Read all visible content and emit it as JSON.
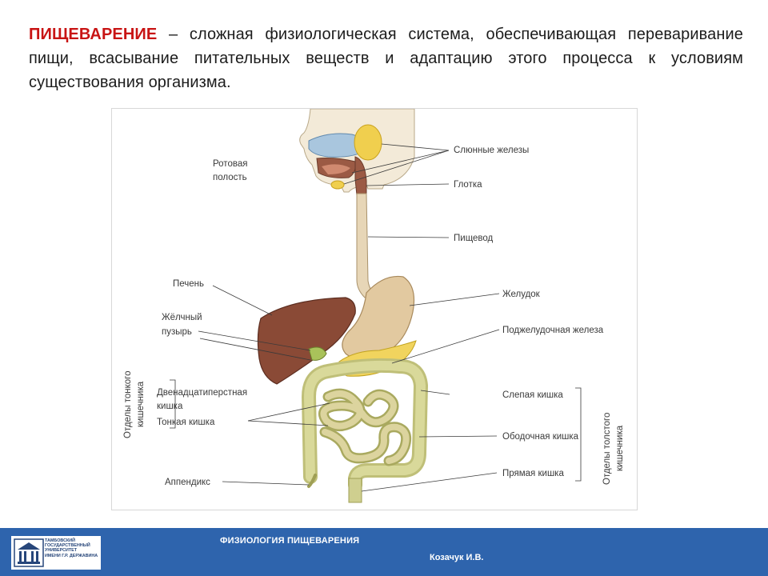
{
  "definition": {
    "term": "ПИЩЕВАРЕНИЕ",
    "text": " – сложная физиологическая система, обеспечивающая переваривание пищи, всасывание питательных веществ и адаптацию этого процесса к условиям существования организма."
  },
  "figure": {
    "labels_left": {
      "mouth_line1": "Ротовая",
      "mouth_line2": "полость",
      "liver": "Печень",
      "gallbladder_line1": "Жёлчный",
      "gallbladder_line2": "пузырь",
      "duodenum_line1": "Двенадцатиперстная",
      "duodenum_line2": "кишка",
      "small_intestine": "Тонкая кишка",
      "appendix": "Аппендикс"
    },
    "labels_right": {
      "salivary_glands": "Слюнные железы",
      "pharynx": "Глотка",
      "esophagus": "Пищевод",
      "stomach": "Желудок",
      "pancreas": "Поджелудочная железа",
      "cecum": "Слепая кишка",
      "colon": "Ободочная кишка",
      "rectum": "Прямая кишка"
    },
    "group_left_line1": "Отделы тонкого",
    "group_left_line2": "кишечника",
    "group_right_line1": "Отделы толстого",
    "group_right_line2": "кишечника"
  },
  "footer": {
    "logo_text": "ТАМБОВСКИЙ\nГОСУДАРСТВЕННЫЙ\nУНИВЕРСИТЕТ\nИМЕНИ Г.Р. ДЕРЖАВИНА",
    "course": "ФИЗИОЛОГИЯ ПИЩЕВАРЕНИЯ",
    "author": "Козачук И.В."
  },
  "colors": {
    "term": "#c81414",
    "footer_bg": "#2e64ad",
    "liver": "#8a4a36",
    "stomach": "#e2c9a0",
    "intestine": "#cfcf8f",
    "pancreas": "#f1d45e"
  },
  "icons": [
    "university-logo-icon"
  ]
}
